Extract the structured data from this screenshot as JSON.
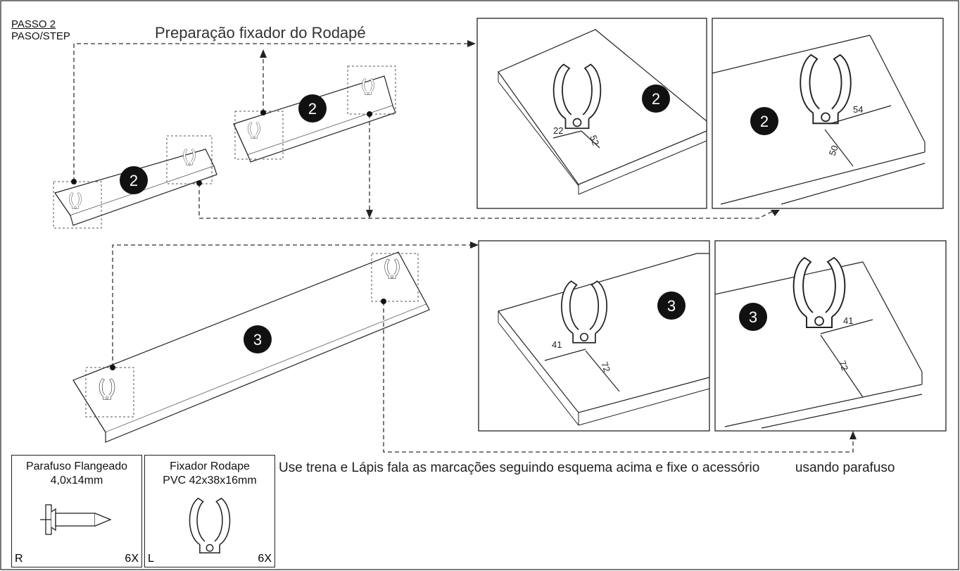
{
  "step": {
    "label1": "PASSO 2",
    "label2": "PASO/STEP"
  },
  "title": "Preparação fixador do Rodapé",
  "instruction": "Use trena e Lápis fala as marcações seguindo esquema acima e fixe o acessório",
  "instruction_tail": "usando parafuso",
  "badges": {
    "two": "2",
    "three": "3"
  },
  "dims": {
    "d22": "22",
    "d52": "52",
    "d54": "54",
    "d50": "50",
    "d41": "41",
    "d72": "72"
  },
  "parts": [
    {
      "name1": "Parafuso Flangeado",
      "name2": "4,0x14mm",
      "code": "R",
      "qty": "6X"
    },
    {
      "name1": "Fixador Rodape",
      "name2": "PVC 42x38x16mm",
      "code": "L",
      "qty": "6X"
    }
  ]
}
